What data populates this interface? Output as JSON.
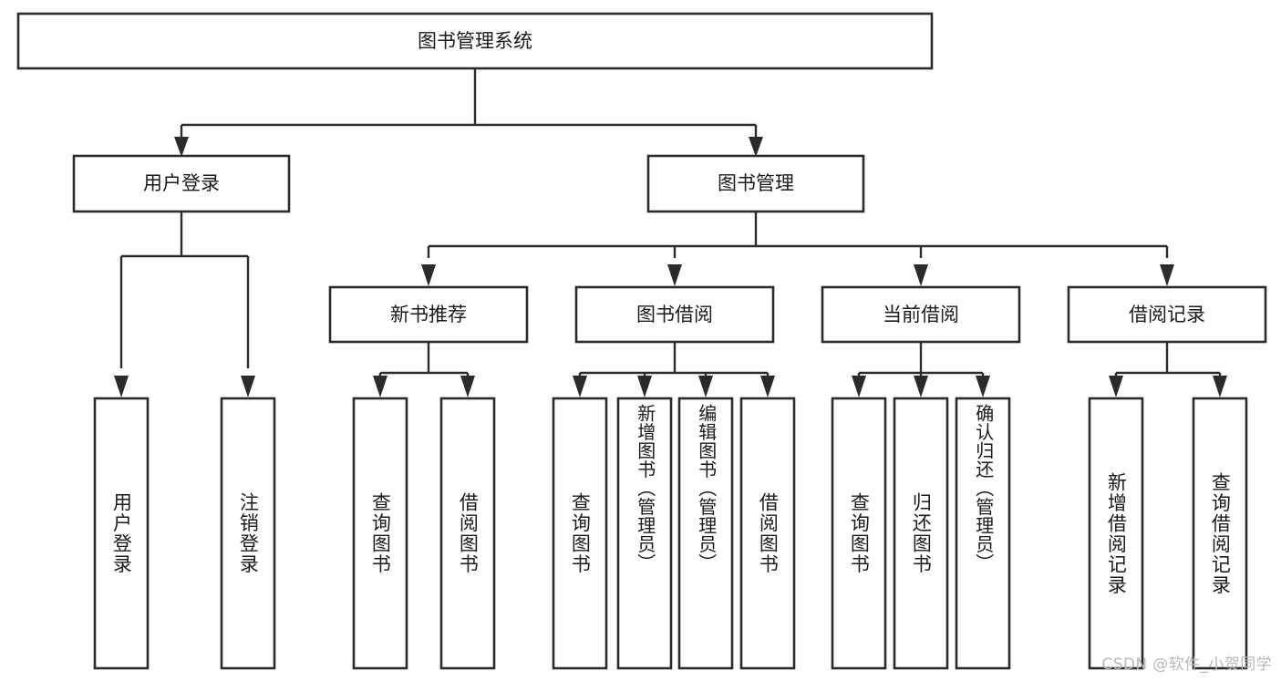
{
  "diagram": {
    "type": "tree-hierarchy",
    "title": "图书管理系统",
    "root": {
      "id": "root",
      "label": "图书管理系统",
      "orientation": "horizontal"
    },
    "level2": [
      {
        "id": "user-login",
        "label": "用户登录",
        "orientation": "horizontal"
      },
      {
        "id": "book-manage",
        "label": "图书管理",
        "orientation": "horizontal"
      }
    ],
    "level3": [
      {
        "id": "new-book-recommend",
        "label": "新书推荐",
        "parent": "book-manage",
        "orientation": "horizontal"
      },
      {
        "id": "book-borrow",
        "label": "图书借阅",
        "parent": "book-manage",
        "orientation": "horizontal"
      },
      {
        "id": "current-borrow",
        "label": "当前借阅",
        "parent": "book-manage",
        "orientation": "horizontal"
      },
      {
        "id": "borrow-record",
        "label": "借阅记录",
        "parent": "book-manage",
        "orientation": "horizontal"
      }
    ],
    "leaves": [
      {
        "id": "leaf-user-login",
        "label": "用户登录",
        "parent": "user-login",
        "orientation": "vertical"
      },
      {
        "id": "leaf-logout-login",
        "label": "注销登录",
        "parent": "user-login",
        "orientation": "vertical"
      },
      {
        "id": "leaf-query-book-1",
        "label": "查询图书",
        "parent": "new-book-recommend",
        "orientation": "vertical"
      },
      {
        "id": "leaf-borrow-book-1",
        "label": "借阅图书",
        "parent": "new-book-recommend",
        "orientation": "vertical"
      },
      {
        "id": "leaf-query-book-2",
        "label": "查询图书",
        "parent": "book-borrow",
        "orientation": "vertical"
      },
      {
        "id": "leaf-add-book",
        "label": "新增图书（管理员）",
        "parent": "book-borrow",
        "orientation": "vertical"
      },
      {
        "id": "leaf-edit-book",
        "label": "编辑图书（管理员）",
        "parent": "book-borrow",
        "orientation": "vertical"
      },
      {
        "id": "leaf-borrow-book-2",
        "label": "借阅图书",
        "parent": "book-borrow",
        "orientation": "vertical"
      },
      {
        "id": "leaf-query-book-3",
        "label": "查询图书",
        "parent": "current-borrow",
        "orientation": "vertical"
      },
      {
        "id": "leaf-return-book",
        "label": "归还图书",
        "parent": "current-borrow",
        "orientation": "vertical"
      },
      {
        "id": "leaf-confirm-return",
        "label": "确认归还（管理员）",
        "parent": "current-borrow",
        "orientation": "vertical"
      },
      {
        "id": "leaf-add-record",
        "label": "新增借阅记录",
        "parent": "borrow-record",
        "orientation": "vertical"
      },
      {
        "id": "leaf-query-record",
        "label": "查询借阅记录",
        "parent": "borrow-record",
        "orientation": "vertical"
      }
    ],
    "colors": {
      "box_stroke": "#2b2b2b",
      "box_fill": "#ffffff",
      "connector": "#2b2b2b",
      "text": "#1a1a1a",
      "background": "#ffffff",
      "watermark": "#b8b8b8"
    }
  },
  "watermark": {
    "text": "CSDN @软件_小贺同学"
  }
}
